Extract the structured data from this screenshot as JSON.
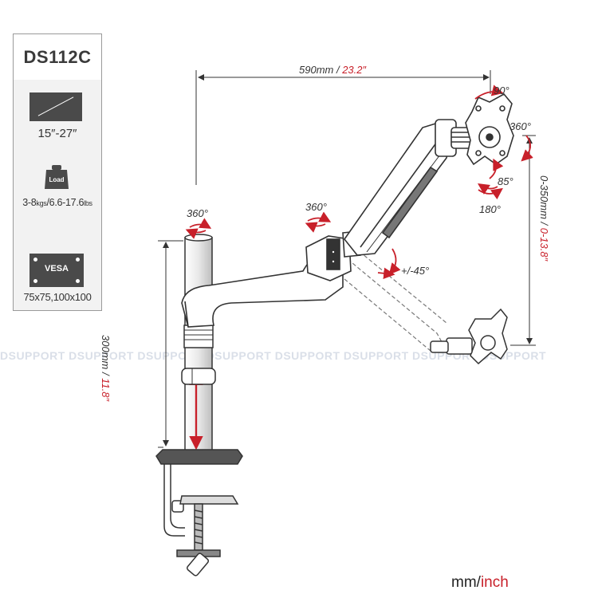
{
  "product": {
    "model": "DS112C",
    "screen_size": "15″-27″",
    "load_label": "Load",
    "load_range_main": "3-8",
    "load_unit_kg": "kgs",
    "load_range_lbs": "/6.6-17.6",
    "load_unit_lbs": "lbs",
    "vesa_label": "VESA",
    "vesa_sizes": "75x75,100x100"
  },
  "dimensions": {
    "reach_mm": "590mm",
    "reach_sep": " / ",
    "reach_in": "23.2″",
    "pole_mm": "300mm",
    "pole_sep": " / ",
    "pole_in": "11.8″",
    "height_mm": "0-350mm",
    "height_sep": " / ",
    "height_in": "0-13.8″"
  },
  "rotations": {
    "pole": "360°",
    "joint": "360°",
    "tilt_arm": "+/-45°",
    "tilt_top": "90°",
    "swivel": "360°",
    "tilt_side": "85°",
    "pan": "180°"
  },
  "watermark": "DSUPPORT DSUPPORT DSUPPORT DSUPPORT DSUPPORT DSUPPORT DSUPPORT DSUPPORT",
  "units": {
    "primary": "mm",
    "separator": "/",
    "secondary": "inch"
  },
  "colors": {
    "accent": "#c8202a",
    "line": "#333333",
    "panel": "#f2f2f2",
    "icon": "#4a4a4a"
  }
}
